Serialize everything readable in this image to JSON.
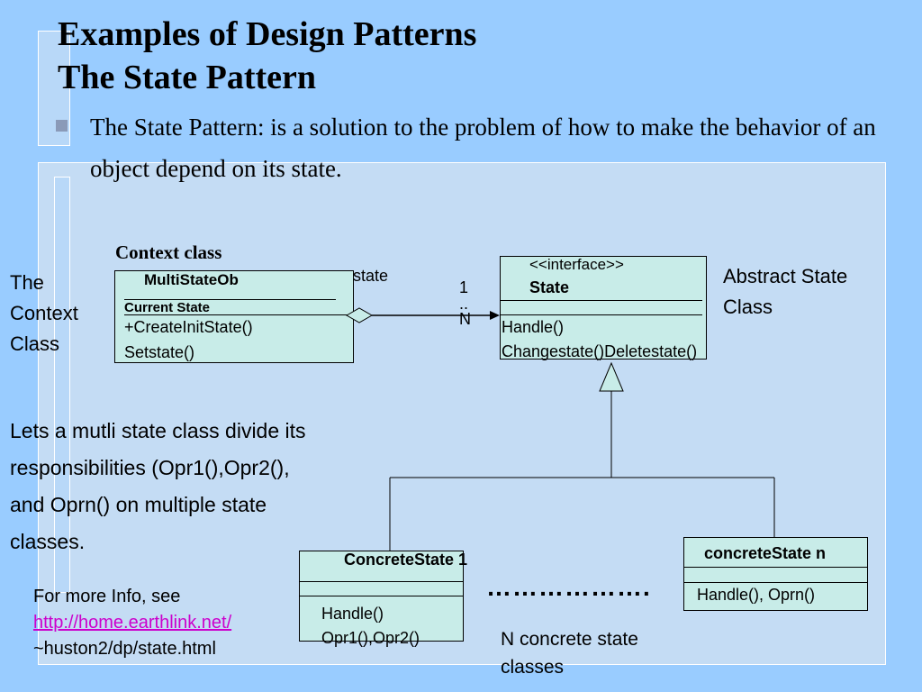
{
  "slide": {
    "title_line1": "Examples of Design Patterns",
    "title_line2": "The State Pattern",
    "bullet_text": "The State Pattern: is a solution to the problem of how to make the  behavior of an object depend on its state."
  },
  "labels": {
    "context_class_heading": "Context class",
    "the_context_class": [
      "The",
      "Context",
      "Class"
    ],
    "abstract_state_class": [
      "Abstract State",
      "Class"
    ],
    "state_assoc": "state",
    "multiplicity": [
      "1",
      "..",
      "N"
    ],
    "description": [
      "Lets a mutli state class divide its",
      "responsibilities (Opr1(),Opr2(),",
      "and Oprn() on multiple state",
      "classes."
    ],
    "info_prefix": "For more Info, see",
    "info_link": "http://home.earthlink.net/",
    "info_suffix": "~huston2/dp/state.html",
    "n_concrete": [
      "N concrete state",
      "classes"
    ],
    "ellipsis": "………………."
  },
  "classes": {
    "context": {
      "name": "MultiStateOb",
      "attribute": "Current State",
      "methods": [
        "+CreateInitState()",
        "Setstate()"
      ]
    },
    "state": {
      "stereotype": "<<interface>>",
      "name": "State",
      "methods": [
        "Handle()",
        "Changestate()Deletestate()"
      ]
    },
    "concrete1": {
      "name": "ConcreteState 1",
      "methods": [
        "Handle()",
        "Opr1(),Opr2()"
      ]
    },
    "concreteN": {
      "name": "concreteState n",
      "methods": [
        "Handle(), Oprn()"
      ]
    }
  },
  "colors": {
    "background": "#99ccff",
    "panel": "#c4dcf4",
    "class_fill": "#c8ece8",
    "link": "#cc00cc"
  }
}
